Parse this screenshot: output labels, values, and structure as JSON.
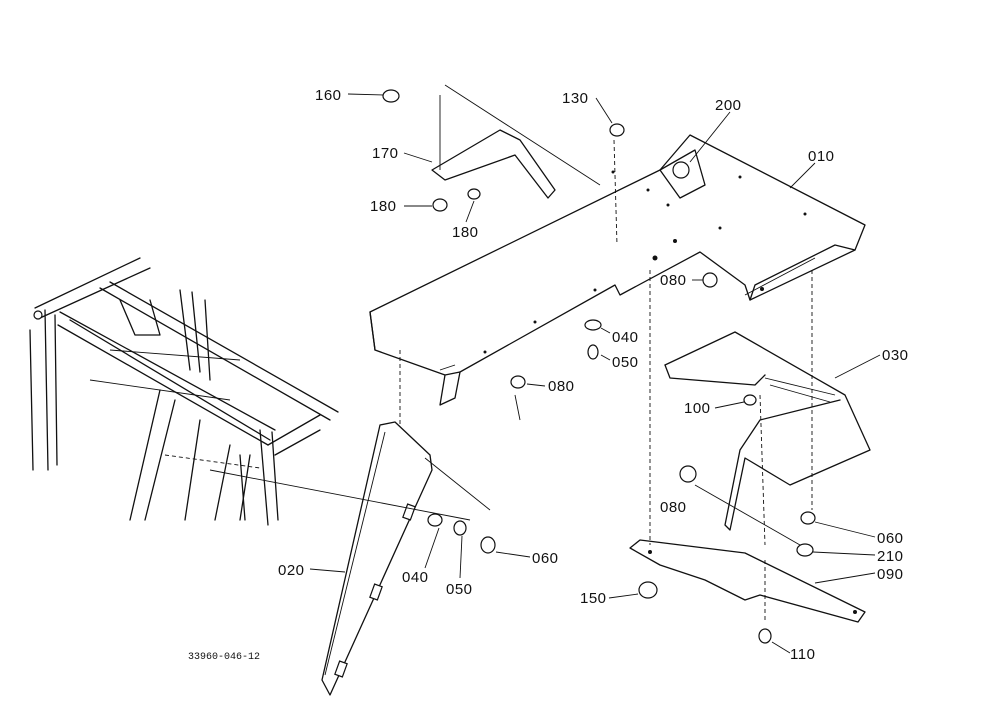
{
  "drawing_code": "33960-046-12",
  "callouts": [
    {
      "id": "010",
      "text": "010"
    },
    {
      "id": "020",
      "text": "020"
    },
    {
      "id": "030",
      "text": "030"
    },
    {
      "id": "040a",
      "text": "040"
    },
    {
      "id": "040b",
      "text": "040"
    },
    {
      "id": "050a",
      "text": "050"
    },
    {
      "id": "050b",
      "text": "050"
    },
    {
      "id": "060a",
      "text": "060"
    },
    {
      "id": "060b",
      "text": "060"
    },
    {
      "id": "080a",
      "text": "080"
    },
    {
      "id": "080b",
      "text": "080"
    },
    {
      "id": "080c",
      "text": "080"
    },
    {
      "id": "090",
      "text": "090"
    },
    {
      "id": "100",
      "text": "100"
    },
    {
      "id": "110",
      "text": "110"
    },
    {
      "id": "130",
      "text": "130"
    },
    {
      "id": "150",
      "text": "150"
    },
    {
      "id": "160",
      "text": "160"
    },
    {
      "id": "170",
      "text": "170"
    },
    {
      "id": "180a",
      "text": "180"
    },
    {
      "id": "180b",
      "text": "180"
    },
    {
      "id": "200",
      "text": "200"
    },
    {
      "id": "210",
      "text": "210"
    }
  ]
}
